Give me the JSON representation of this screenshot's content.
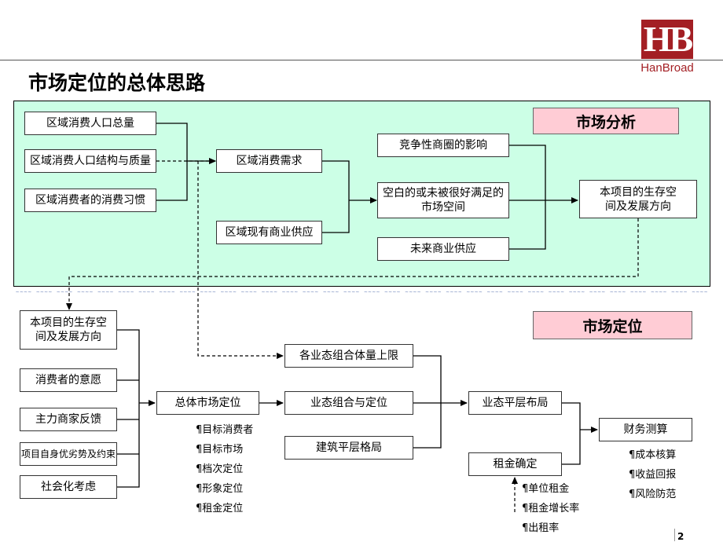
{
  "logo": {
    "mark": "HB",
    "name": "HanBroad"
  },
  "title": "市场定位的总体思路",
  "section_labels": {
    "analysis": "市场分析",
    "positioning": "市场定位"
  },
  "analysis_boxes": {
    "pop_total": "区域消费人口总量",
    "pop_structure": "区域消费人口结构与质量",
    "habits": "区域消费者的消费习惯",
    "demand": "区域消费需求",
    "supply": "区域现有商业供应",
    "competition": "竞争性商圈的影响",
    "gap": "空白的或未被很好满足的市场空间",
    "future_supply": "未来商业供应",
    "space": "本项目的生存空间及发展方向"
  },
  "positioning_boxes": {
    "space": "本项目的生存空间及发展方向",
    "consumer_will": "消费者的意愿",
    "tenant_feedback": "主力商家反馈",
    "advantages": "项目自身优劣势及约束",
    "social": "社会化考虑",
    "overall": "总体市场定位",
    "format_volume": "各业态组合体量上限",
    "format_mix": "业态组合与定位",
    "floor_plan": "建筑平层格局",
    "floor_layout": "业态平层布局",
    "rent": "租金确定",
    "finance": "财务测算"
  },
  "overall_items": [
    "¶目标消费者",
    "¶目标市场",
    "¶档次定位",
    "¶形象定位",
    "¶租金定位"
  ],
  "rent_items": [
    "¶单位租金",
    "¶租金增长率",
    "¶出租率"
  ],
  "finance_items": [
    "¶成本核算",
    "¶收益回报",
    "¶风险防范"
  ],
  "page_number": "2",
  "colors": {
    "brand": "#a31f24",
    "analysis_panel": "#ccffe6",
    "label_pink": "#ffccd5"
  }
}
